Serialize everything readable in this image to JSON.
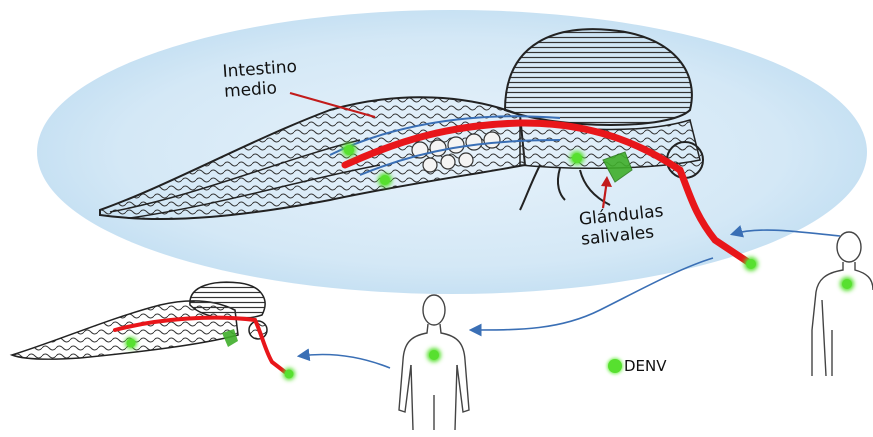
{
  "labels": {
    "midgut_line1": "Intestino",
    "midgut_line2": "medio",
    "glands_line1": "Glándulas",
    "glands_line2": "salivales"
  },
  "legend": {
    "virus": "DENV",
    "virus_color": "#57e02f"
  },
  "colors": {
    "halo": "#cfe6f5",
    "virus_path": "#e8161a",
    "transmission_arrow": "#3a6fb5",
    "anatomy_line": "#222222"
  }
}
